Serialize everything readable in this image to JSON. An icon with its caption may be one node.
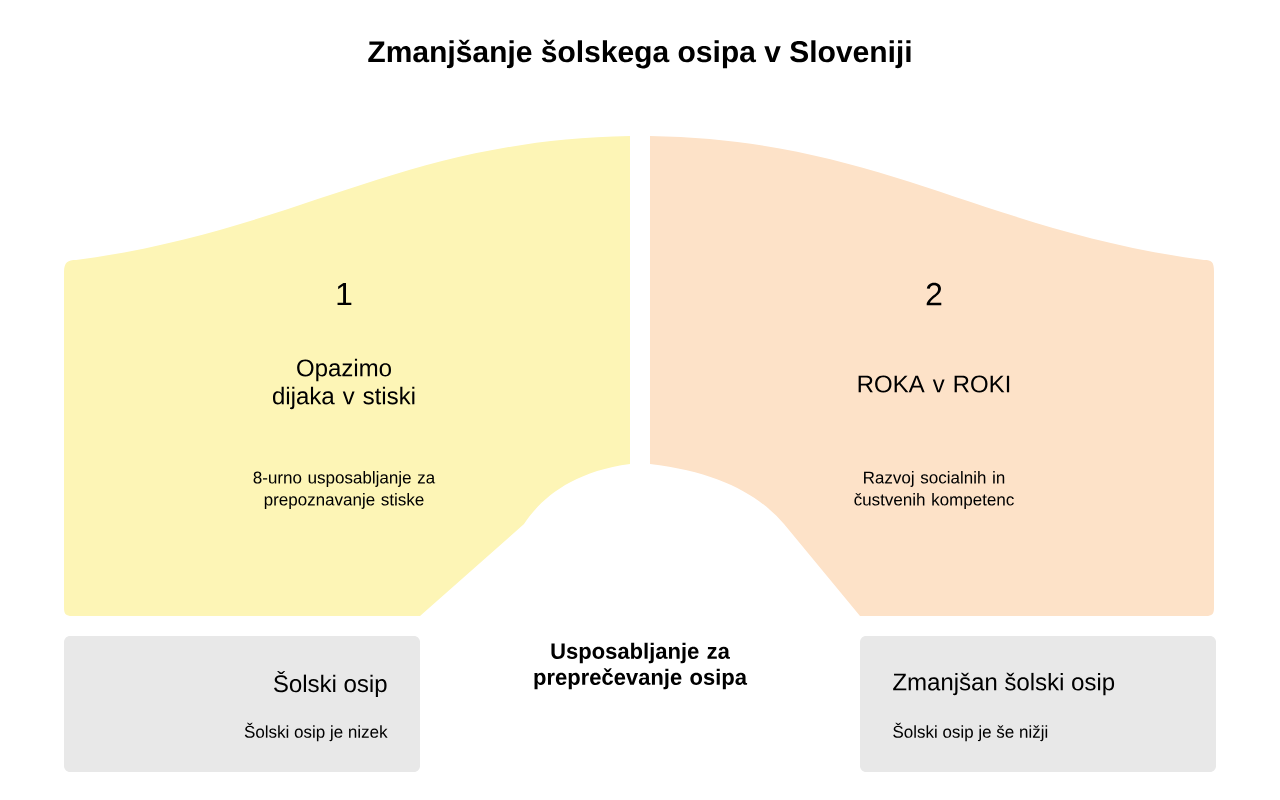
{
  "diagram": {
    "title": "Zmanjšanje šolskega osipa v Sloveniji",
    "nodes": [
      {
        "text": [
          "1",
          "Opazimo dijaka v stiski",
          "8-urno usposabljanje za prepoznavanje stiske"
        ]
      },
      {
        "text": [
          "2",
          "ROKA v ROKI",
          "Razvoj socialnih in čustvenih kompetenc"
        ]
      },
      {
        "text": [
          "Šolski osip",
          "Šolski osip je nizek"
        ]
      },
      {
        "text": [
          "Zmanjšan šolski osip",
          "Šolski osip je še nižji"
        ]
      }
    ],
    "labels": [
      "Usposabljanje za preprečevanje osipa"
    ]
  }
}
